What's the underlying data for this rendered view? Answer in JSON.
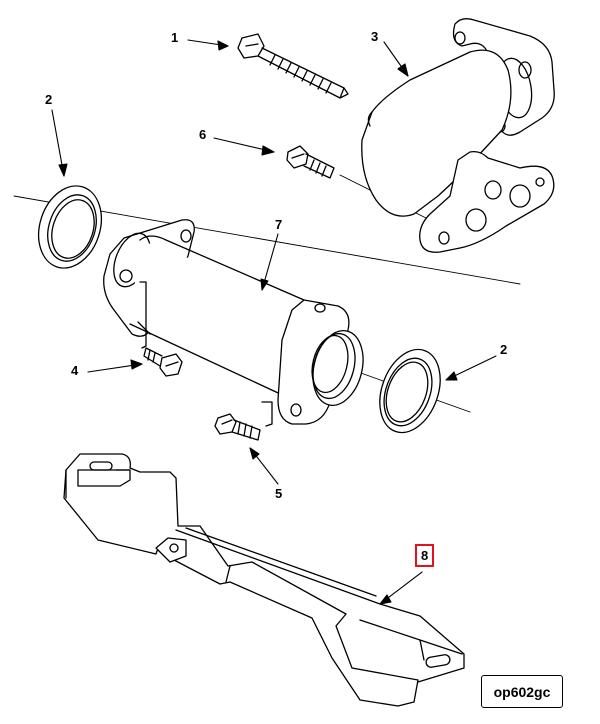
{
  "callouts": {
    "c1": "1",
    "c2a": "2",
    "c2b": "2",
    "c3": "3",
    "c4": "4",
    "c5": "5",
    "c6": "6",
    "c7": "7",
    "c8": "8"
  },
  "figure_id": "op602gc",
  "colors": {
    "line": "#000000",
    "highlight": "#e0141e",
    "background": "#ffffff"
  }
}
